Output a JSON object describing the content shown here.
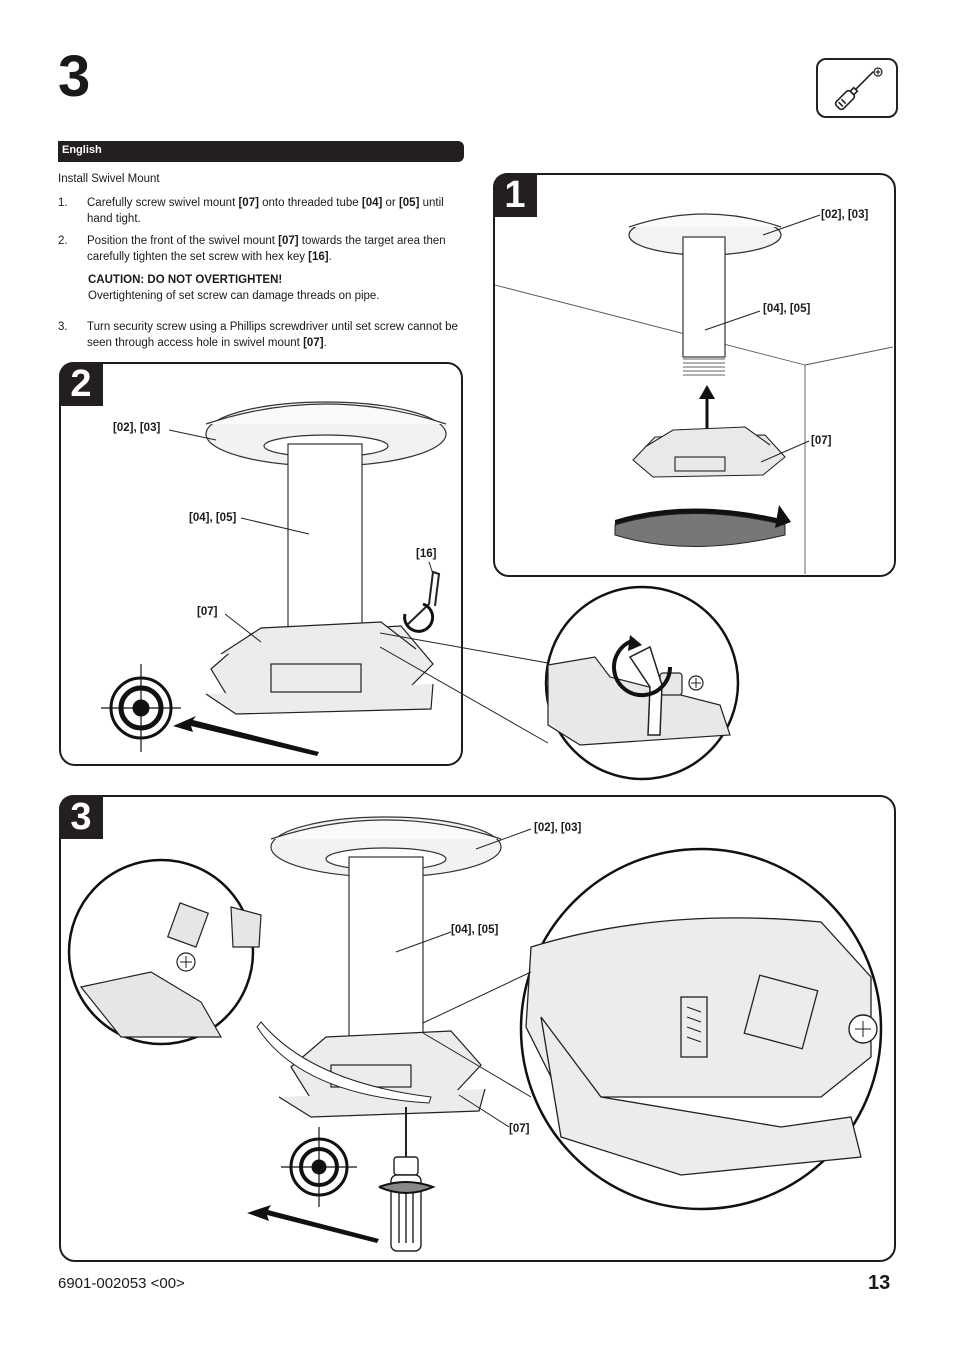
{
  "page": {
    "step_number": "3",
    "language": "English",
    "section_title": "Install Swivel Mount",
    "footer_doc": "6901-002053 <00>",
    "footer_page": "13"
  },
  "steps": [
    {
      "num": "1.",
      "parts": [
        [
          "Carefully screw swivel mount ",
          false
        ],
        [
          "[07]",
          true
        ],
        [
          " onto threaded tube ",
          false
        ],
        [
          "[04]",
          true
        ],
        [
          " or ",
          false
        ],
        [
          "[05]",
          true
        ],
        [
          " until hand tight.",
          false
        ]
      ]
    },
    {
      "num": "2.",
      "parts": [
        [
          "Position the front of the swivel mount ",
          false
        ],
        [
          "[07]",
          true
        ],
        [
          " towards the target area then carefully tighten the set screw with hex key ",
          false
        ],
        [
          "[16]",
          true
        ],
        [
          ".",
          false
        ]
      ]
    },
    {
      "num": "3.",
      "parts": [
        [
          "Turn security screw using a Phillips screwdriver until set screw cannot be seen through access hole in swivel mount ",
          false
        ],
        [
          "[07]",
          true
        ],
        [
          ".",
          false
        ]
      ]
    }
  ],
  "caution": {
    "title": "CAUTION: DO NOT OVERTIGHTEN!",
    "text": "Overtightening of set screw can damage threads on pipe."
  },
  "panels": {
    "p1": {
      "badge": "1",
      "callouts": {
        "plate": "[02], [03]",
        "tube": "[04], [05]",
        "mount": "[07]"
      }
    },
    "p2": {
      "badge": "2",
      "callouts": {
        "plate": "[02], [03]",
        "tube": "[04], [05]",
        "hexkey": "[16]",
        "mount": "[07]"
      }
    },
    "p3": {
      "badge": "3",
      "callouts": {
        "plate": "[02], [03]",
        "tube": "[04], [05]",
        "mount": "[07]"
      }
    }
  },
  "icons": {
    "tool": "screwdriver-icon"
  }
}
